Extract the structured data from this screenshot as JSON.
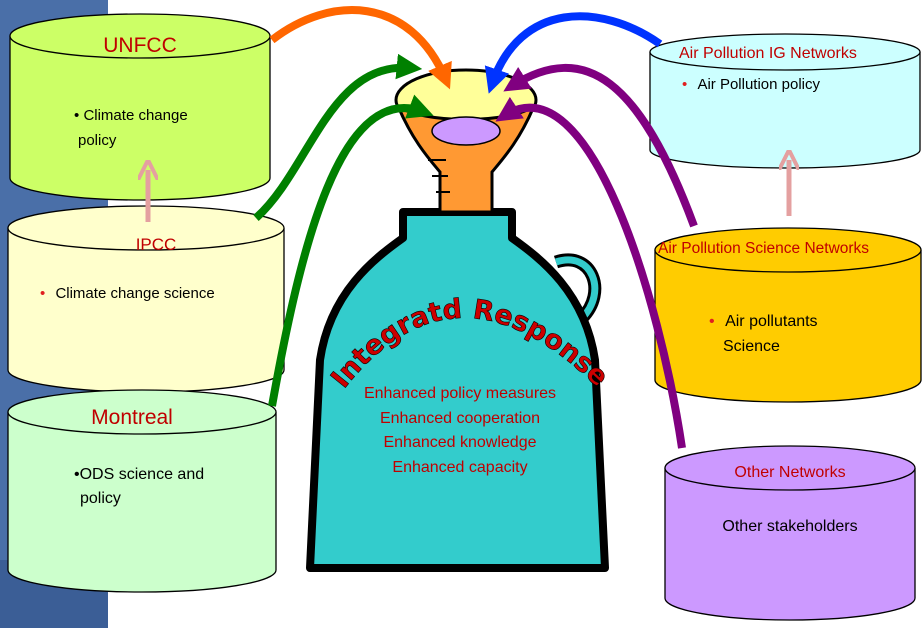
{
  "colors": {
    "sidebar": "#4a6fa8",
    "unfcc": "#ccff66",
    "ipcc": "#ffffcc",
    "montreal": "#ccffcc",
    "air_ig": "#ccffff",
    "air_sci": "#ffcc00",
    "other": "#cc99ff",
    "bottle": "#33cccc",
    "funnel": "#ff9933",
    "arrow_orange": "#ff6600",
    "arrow_blue": "#0033ff",
    "arrow_green": "#008000",
    "arrow_purple": "#800080",
    "arrow_pink": "#e4a0a0"
  },
  "nodes": {
    "unfcc": {
      "title": "UNFCC",
      "bullet_1": "Climate change",
      "bullet_2": "policy"
    },
    "ipcc": {
      "title": "IPCC",
      "bullet": "Climate change science"
    },
    "montreal": {
      "title": "Montreal",
      "bullet_1": "•ODS science and",
      "bullet_2": "policy"
    },
    "air_ig": {
      "title": "Air Pollution IG Networks",
      "bullet": "Air Pollution policy"
    },
    "air_sci": {
      "title": "Air Pollution Science Networks",
      "bullet_1": "Air pollutants",
      "bullet_2": "Science"
    },
    "other": {
      "title": "Other Networks",
      "body": "Other stakeholders"
    }
  },
  "bottle": {
    "arc_text": "Integratd Response",
    "lines": [
      "Enhanced policy measures",
      "Enhanced cooperation",
      "Enhanced knowledge",
      "Enhanced capacity"
    ]
  },
  "icons": {
    "bullet": "•"
  }
}
